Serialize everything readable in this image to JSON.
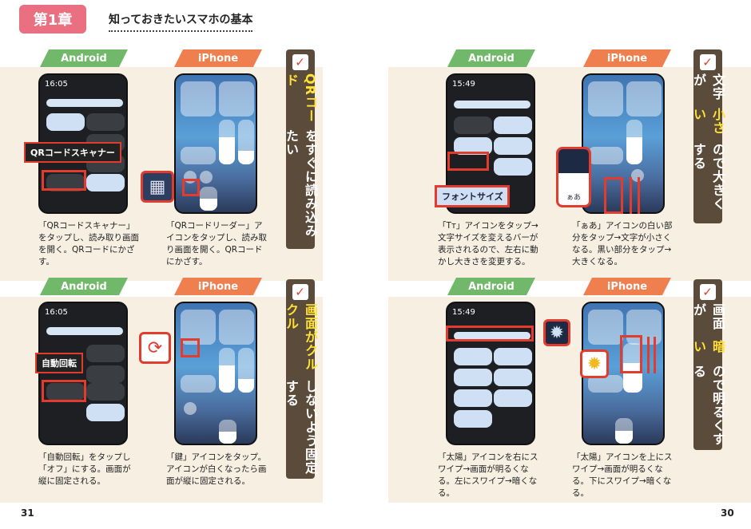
{
  "header": {
    "chapter": "第1章",
    "title": "知っておきたいスマホの基本"
  },
  "tags": {
    "android": "Android",
    "iphone": "iPhone"
  },
  "sections": {
    "qr": {
      "heading_hi": "QRコード",
      "heading_rest": "をすぐに読み込みたい",
      "android_callout": "QRコードスキャナー",
      "android_caption": "「QRコードスキャナー」をタップし、読み取り画面を開く。QRコードにかざす。",
      "iphone_caption": "「QRコードリーダー」アイコンをタップし、読み取り画面を開く。QRコードにかざす。"
    },
    "rotate": {
      "heading_hi": "画面がクルクル",
      "heading_rest": "しないよう固定する",
      "android_callout": "自動回転",
      "android_caption": "「自動回転」をタップし「オフ」にする。画面が縦に固定される。",
      "iphone_caption": "「鍵」アイコンをタップ。アイコンが白くなったら画面が縦に固定される。"
    },
    "text": {
      "heading_pre": "文字が",
      "heading_hi": "小さい",
      "heading_rest": "ので大きくする",
      "android_callout": "フォントサイズ",
      "android_caption": "「Tт」アイコンをタップ→文字サイズを変えるバーが表示されるので、左右に動かし大きさを変更する。",
      "iphone_caption": "「ぁあ」アイコンの白い部分をタップ→文字が小さくなる。黒い部分をタップ→大きくなる。"
    },
    "dark": {
      "heading_pre": "画面が",
      "heading_hi": "暗い",
      "heading_rest": "ので明るくする",
      "android_caption": "「太陽」アイコンを右にスワイプ→画面が明るくなる。左にスワイプ→暗くなる。",
      "iphone_caption": "「太陽」アイコンを上にスワイプ→画面が明るくなる。下にスワイプ→暗くなる。"
    }
  },
  "phones": {
    "android_time_a": "16:05",
    "android_time_b": "15:49",
    "ios_text_icon": "ぁあ"
  },
  "check_mark": "✓",
  "page_numbers": {
    "left": "31",
    "right": "30"
  }
}
